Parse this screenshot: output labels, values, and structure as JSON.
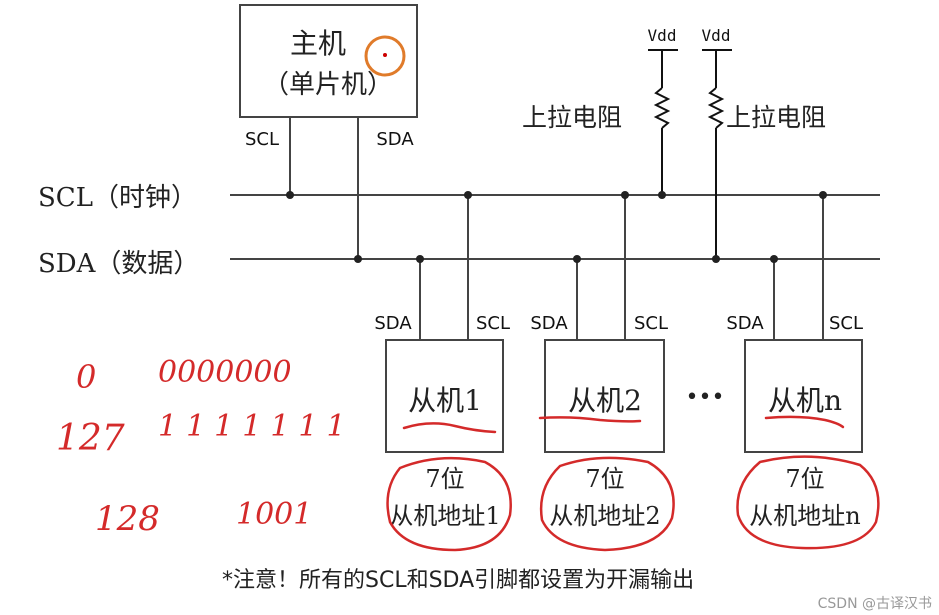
{
  "master": {
    "line1": "主机",
    "line2": "（单片机）",
    "pin_scl": "SCL",
    "pin_sda": "SDA"
  },
  "bus": {
    "scl_label": "SCL（时钟）",
    "sda_label": "SDA（数据）"
  },
  "pullups": [
    {
      "vdd": "Vdd",
      "label": "上拉电阻"
    },
    {
      "vdd": "Vdd",
      "label": "上拉电阻"
    }
  ],
  "slaves": [
    {
      "name": "从机1",
      "pin_sda": "SDA",
      "pin_scl": "SCL",
      "addr_line1": "7位",
      "addr_line2": "从机地址1"
    },
    {
      "name": "从机2",
      "pin_sda": "SDA",
      "pin_scl": "SCL",
      "addr_line1": "7位",
      "addr_line2": "从机地址2"
    },
    {
      "name": "从机n",
      "pin_sda": "SDA",
      "pin_scl": "SCL",
      "addr_line1": "7位",
      "addr_line2": "从机地址n"
    }
  ],
  "ellipsis": "•••",
  "footnote": "*注意！所有的SCL和SDA引脚都设置为开漏输出",
  "watermark": "CSDN @古译汉书",
  "handwriting": {
    "row1_left": "0",
    "row1_right": "0000000",
    "row2_left": "127",
    "row2_right": "1111111",
    "row3_left": "128",
    "row3_right": "1001"
  },
  "colors": {
    "ink": "#000000",
    "line": "#333333",
    "annotation": "#d42a2a",
    "cursor": "#e07b2a"
  }
}
